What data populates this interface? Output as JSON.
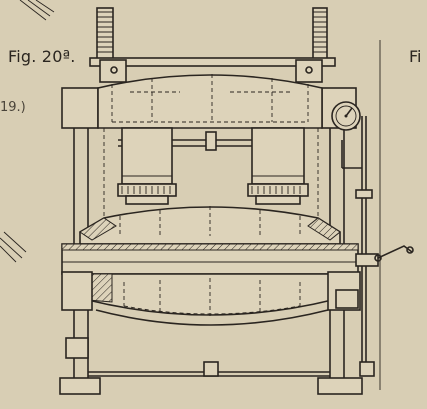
{
  "figure": {
    "label": "Fig. 20ª.",
    "label_right_fragment": "Fi",
    "side_reference": "19.)"
  },
  "colors": {
    "paper": "#d8ceb4",
    "ink": "#2a2520"
  },
  "icons": [
    "pressure-gauge-icon",
    "crank-handle-icon",
    "gear-rack-icon"
  ]
}
